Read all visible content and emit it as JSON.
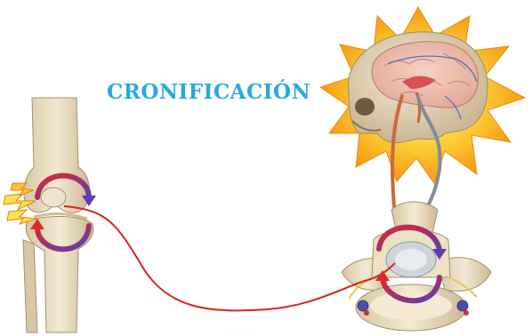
{
  "title": "CRONIFICACIÓN",
  "colors": {
    "title": "#29a9e0",
    "nerve_signal": "#d9231c",
    "descending_tract": "#7f8c99",
    "cycle_red": "#e0282c",
    "cycle_purple": "#5b3fb0",
    "burst_outer": "#f6a51a",
    "burst_inner": "#fde24c",
    "bone": "#e9dcc2"
  },
  "icons": [
    "knee-joint",
    "brain-skull",
    "spinal-vertebra",
    "pain-spark-icon",
    "cycle-arrow-icon"
  ]
}
